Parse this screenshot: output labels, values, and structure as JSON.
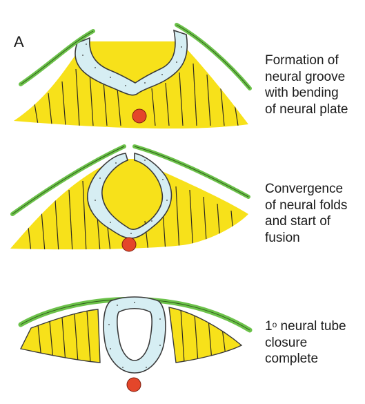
{
  "panel_letter": "A",
  "stages": [
    {
      "lines": [
        "Formation of",
        "neural groove",
        "with bending",
        "of neural plate"
      ]
    },
    {
      "lines": [
        "Convergence",
        "of neural folds",
        "and start of",
        "fusion"
      ]
    },
    {
      "prefix": "1",
      "superscript": "o",
      "lines": [
        " neural tube",
        "closure",
        "complete"
      ]
    }
  ],
  "colors": {
    "mesoderm": "#f7e11a",
    "ectoderm": "#6cc24a",
    "neural_tissue": "#d6eef3",
    "notochord": "#e4462a",
    "outline": "#3a3a3a"
  }
}
